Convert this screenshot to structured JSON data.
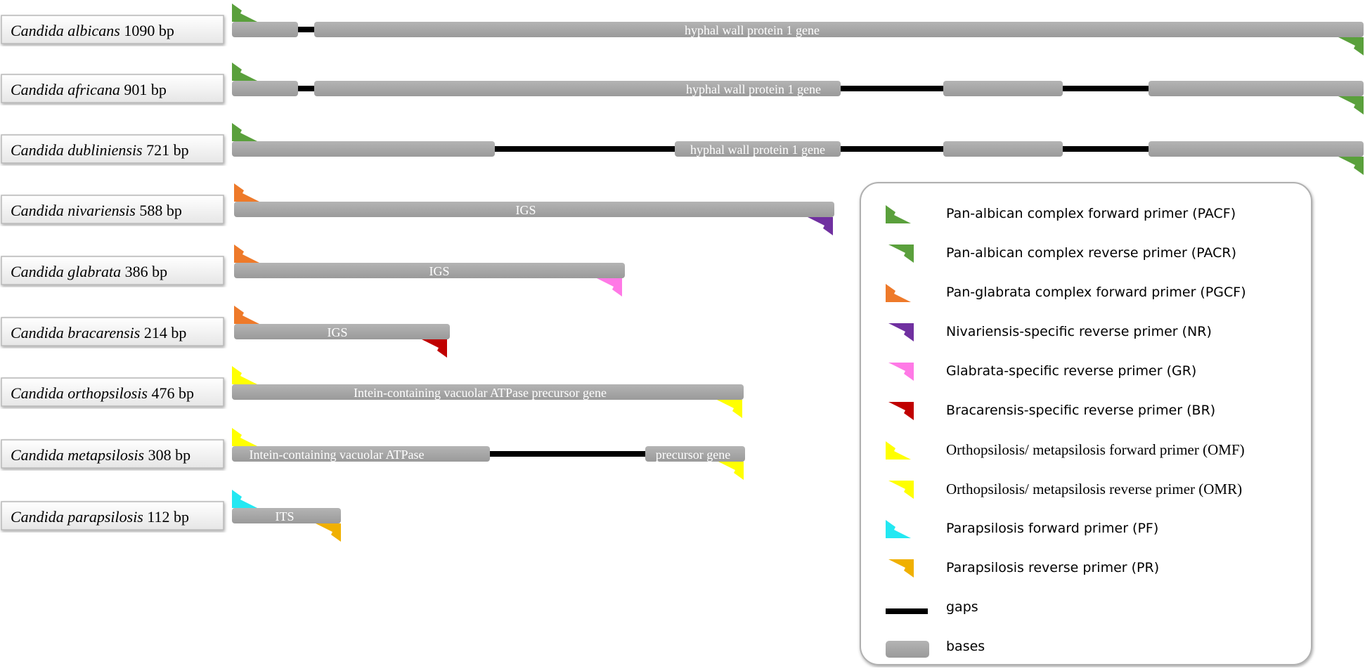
{
  "colors": {
    "bar": "#a6a6a6",
    "gap": "#000000",
    "pacf": "#5aa03c",
    "pacr": "#5aa03c",
    "pgcf": "#ee7a2a",
    "nr": "#7030a0",
    "gr": "#ff79e6",
    "br": "#c00000",
    "omf": "#ffff00",
    "omr": "#ffff00",
    "pf": "#23e8f2",
    "pr": "#f0b000"
  },
  "rows": [
    {
      "species": "Candida albicans",
      "size": "1090 bp",
      "gene": "hyphal wall protein 1 gene",
      "fwd": "pacf",
      "rev": "pacr"
    },
    {
      "species": "Candida africana",
      "size": "901 bp",
      "gene": "hyphal wall protein 1 gene",
      "fwd": "pacf",
      "rev": "pacr"
    },
    {
      "species": "Candida dubliniensis",
      "size": "721 bp",
      "gene": "hyphal wall protein 1 gene",
      "fwd": "pacf",
      "rev": "pacr"
    },
    {
      "species": "Candida nivariensis",
      "size": "588 bp",
      "gene": "IGS",
      "fwd": "pgcf",
      "rev": "nr"
    },
    {
      "species": "Candida glabrata",
      "size": "386 bp",
      "gene": "IGS",
      "fwd": "pgcf",
      "rev": "gr"
    },
    {
      "species": "Candida bracarensis",
      "size": "214 bp",
      "gene": "IGS",
      "fwd": "pgcf",
      "rev": "br"
    },
    {
      "species": "Candida orthopsilosis",
      "size": "476 bp",
      "gene": "Intein-containing vacuolar ATPase precursor gene",
      "fwd": "omf",
      "rev": "omr"
    },
    {
      "species": "Candida metapsilosis",
      "size": "308 bp",
      "gene": "Intein-containing vacuolar ATPase",
      "gene2": "precursor gene",
      "fwd": "omf",
      "rev": "omr"
    },
    {
      "species": "Candida parapsilosis",
      "size": "112 bp",
      "gene": "ITS",
      "fwd": "pf",
      "rev": "pr"
    }
  ],
  "legend": {
    "items": [
      {
        "key": "pacf",
        "kind": "fwd",
        "label": "Pan-albican complex forward primer (PACF)"
      },
      {
        "key": "pacr",
        "kind": "rev",
        "label": "Pan-albican complex reverse primer (PACR)"
      },
      {
        "key": "pgcf",
        "kind": "fwd",
        "label": "Pan-glabrata complex forward primer (PGCF)"
      },
      {
        "key": "nr",
        "kind": "rev",
        "label": "Nivariensis-specific reverse primer (NR)"
      },
      {
        "key": "gr",
        "kind": "rev",
        "label": "Glabrata-specific reverse primer (GR)"
      },
      {
        "key": "br",
        "kind": "rev",
        "label": "Bracarensis-specific reverse primer (BR)"
      },
      {
        "key": "omf",
        "kind": "fwd",
        "label": "Orthopsilosis/ metapsilosis forward primer (OMF)",
        "serif": true
      },
      {
        "key": "omr",
        "kind": "rev",
        "label": "Orthopsilosis/ metapsilosis reverse primer (OMR)",
        "serif": true
      },
      {
        "key": "pf",
        "kind": "fwd",
        "label": "Parapsilosis forward primer (PF)"
      },
      {
        "key": "pr",
        "kind": "rev",
        "label": "Parapsilosis reverse primer (PR)"
      },
      {
        "key": "gap",
        "kind": "gap",
        "label": "gaps"
      },
      {
        "key": "bar",
        "kind": "base",
        "label": "bases"
      }
    ]
  }
}
